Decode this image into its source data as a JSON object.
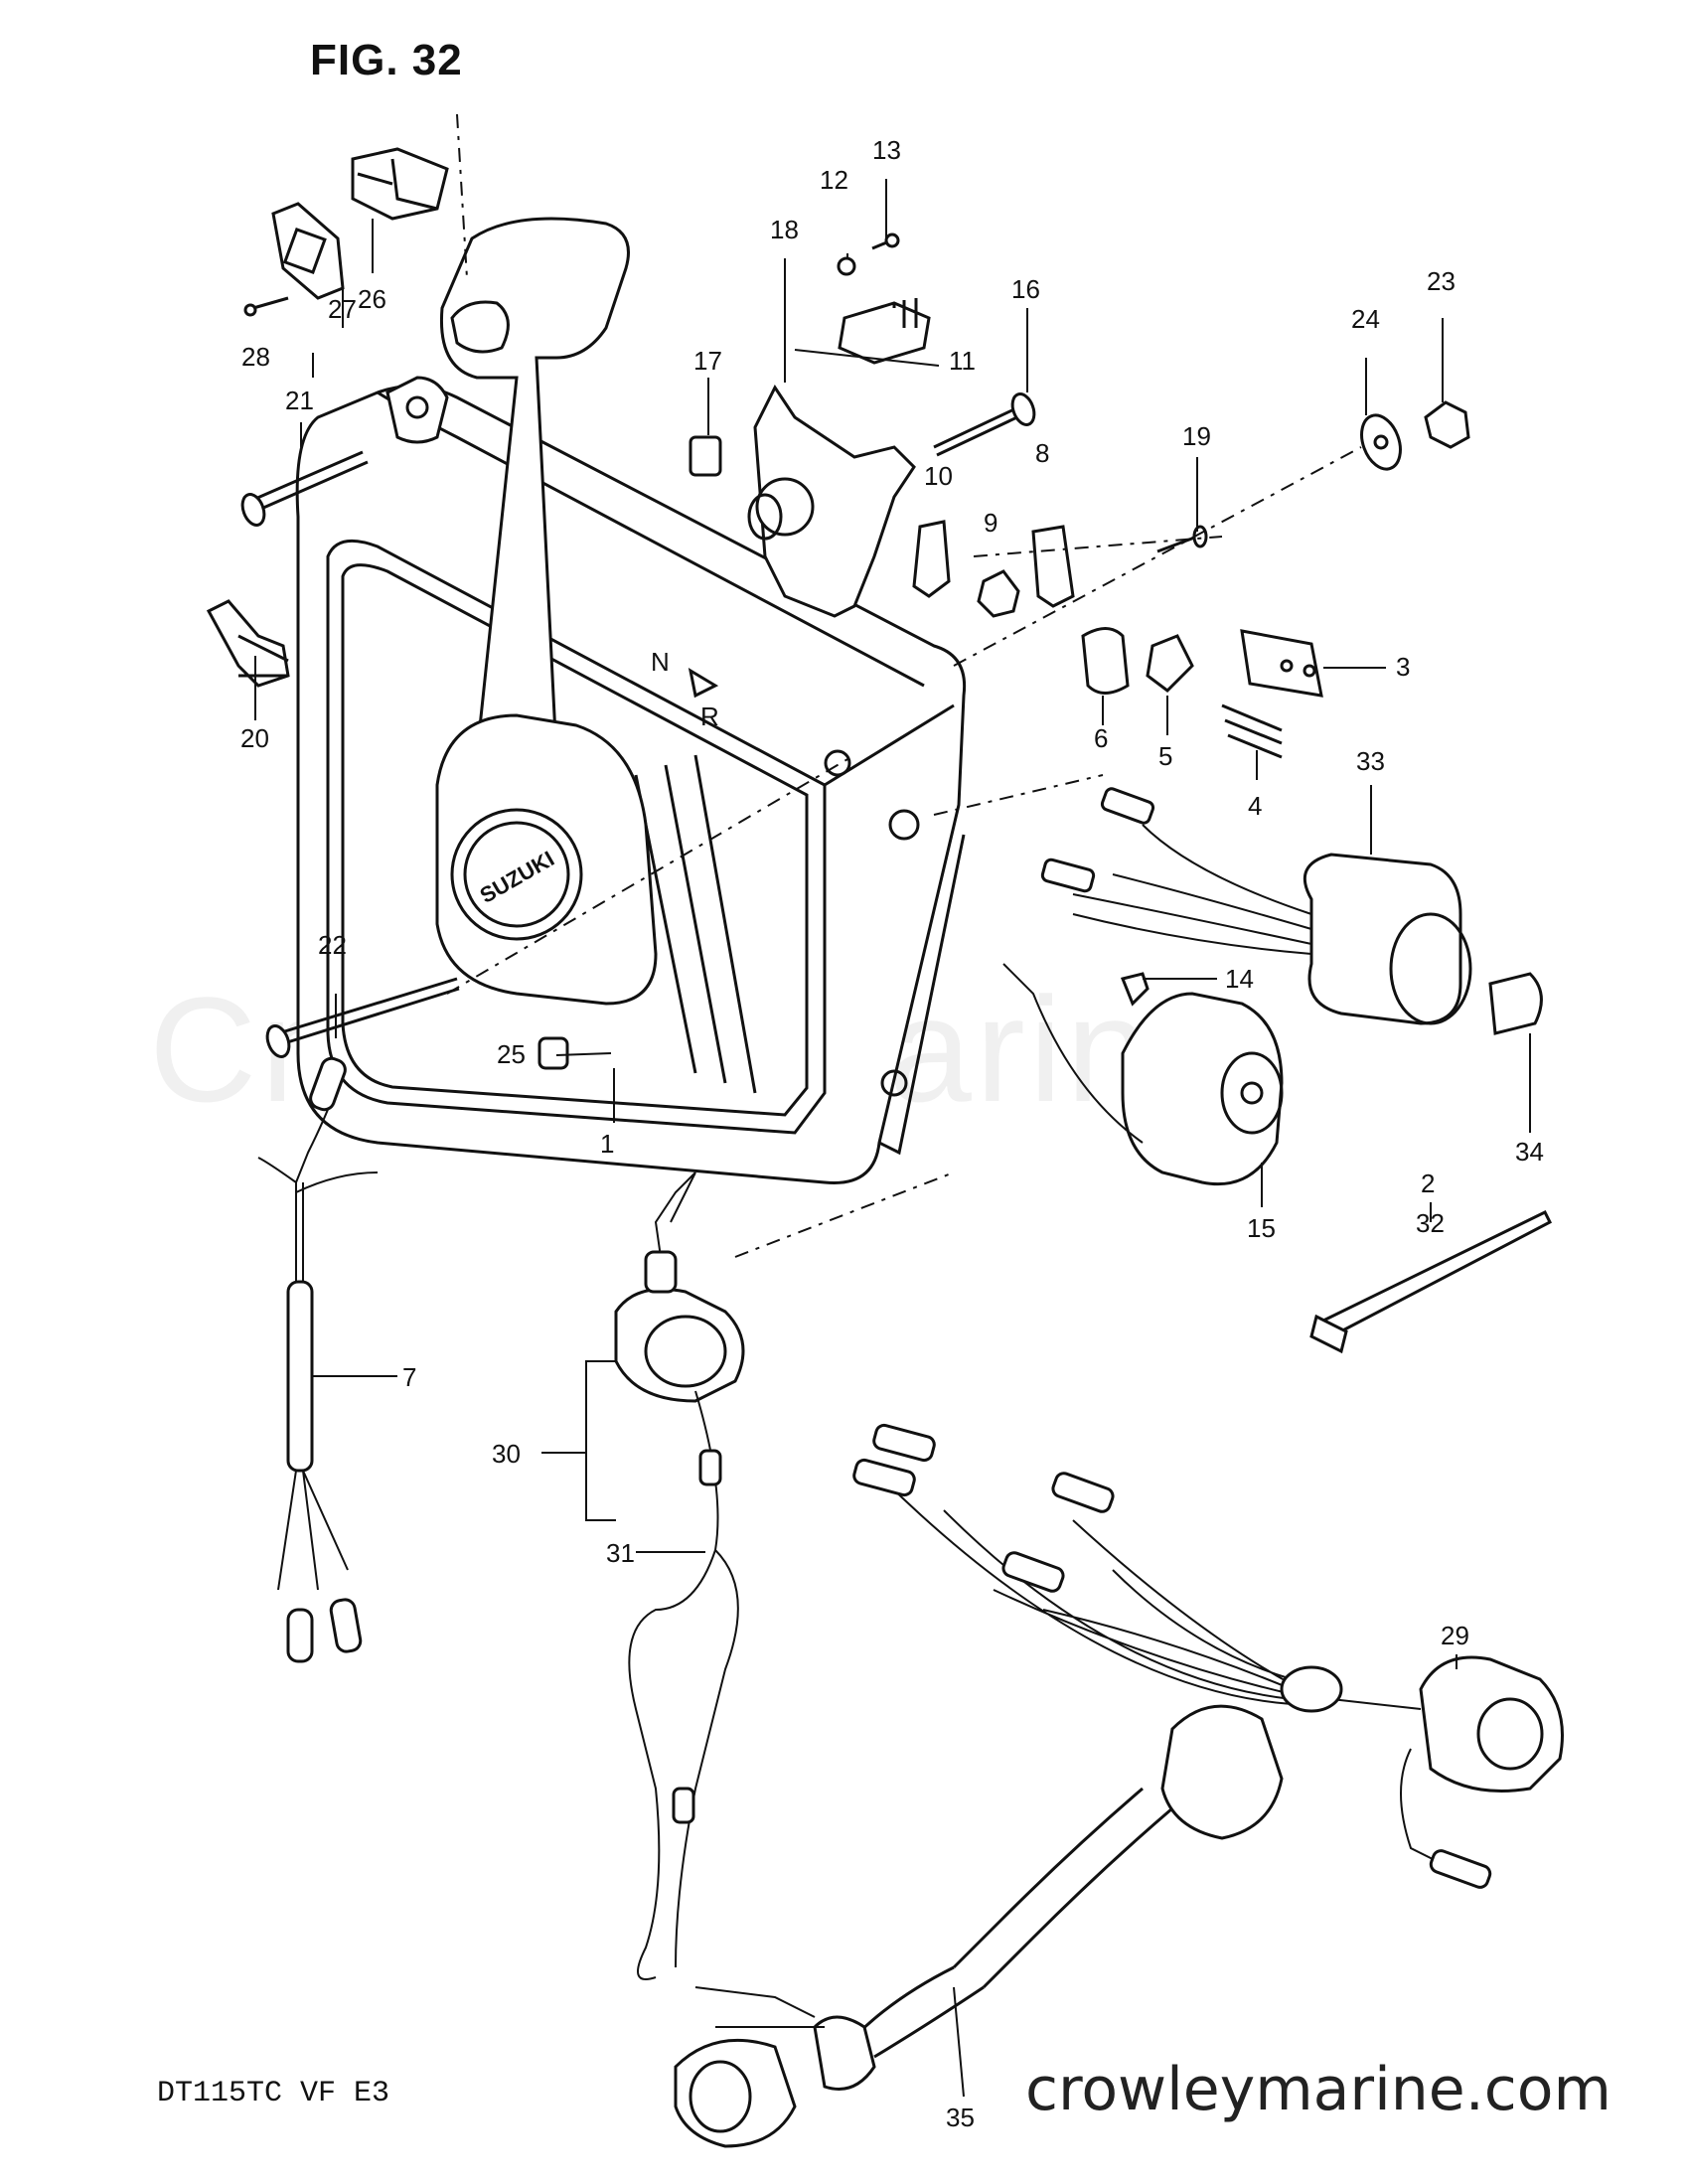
{
  "figure": {
    "title": "FIG. 32",
    "model_code": "DT115TC VF E3"
  },
  "watermark": "Crowley Marine",
  "site": "crowleymarine.com",
  "callouts": [
    {
      "id": "c1",
      "label": "1"
    },
    {
      "id": "c2",
      "label": "2"
    },
    {
      "id": "c3",
      "label": "3"
    },
    {
      "id": "c4",
      "label": "4"
    },
    {
      "id": "c5",
      "label": "5"
    },
    {
      "id": "c6",
      "label": "6"
    },
    {
      "id": "c7",
      "label": "7"
    },
    {
      "id": "c8",
      "label": "8"
    },
    {
      "id": "c9",
      "label": "9"
    },
    {
      "id": "c10",
      "label": "10"
    },
    {
      "id": "c11",
      "label": "11"
    },
    {
      "id": "c12",
      "label": "12"
    },
    {
      "id": "c13",
      "label": "13"
    },
    {
      "id": "c14",
      "label": "14"
    },
    {
      "id": "c15",
      "label": "15"
    },
    {
      "id": "c16",
      "label": "16"
    },
    {
      "id": "c17",
      "label": "17"
    },
    {
      "id": "c18",
      "label": "18"
    },
    {
      "id": "c19",
      "label": "19"
    },
    {
      "id": "c20",
      "label": "20"
    },
    {
      "id": "c21",
      "label": "21"
    },
    {
      "id": "c22",
      "label": "22"
    },
    {
      "id": "c23",
      "label": "23"
    },
    {
      "id": "c24",
      "label": "24"
    },
    {
      "id": "c25",
      "label": "25"
    },
    {
      "id": "c26",
      "label": "26"
    },
    {
      "id": "c27",
      "label": "27"
    },
    {
      "id": "c28",
      "label": "28"
    },
    {
      "id": "c29",
      "label": "29"
    },
    {
      "id": "c30",
      "label": "30"
    },
    {
      "id": "c31",
      "label": "31"
    },
    {
      "id": "c32",
      "label": "32"
    },
    {
      "id": "c33",
      "label": "33"
    },
    {
      "id": "c34",
      "label": "34"
    },
    {
      "id": "c35",
      "label": "35"
    }
  ],
  "labels": {
    "brand_on_cap": "SUZUKI",
    "shift_n": "N",
    "shift_r": "R"
  }
}
